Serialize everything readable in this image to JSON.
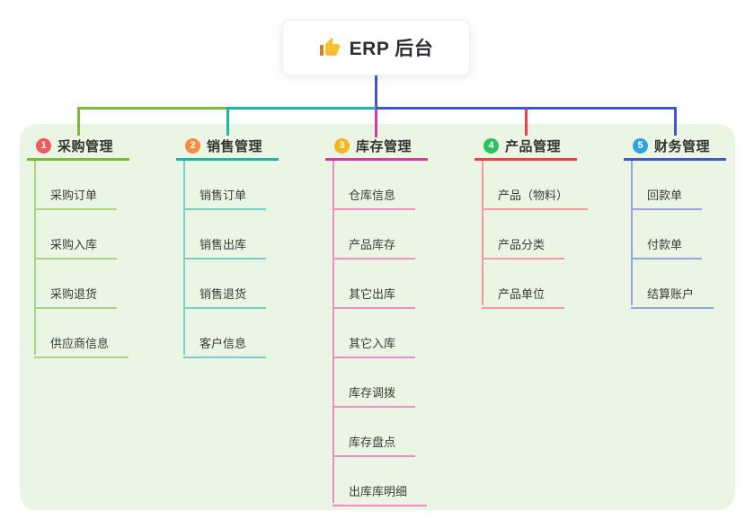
{
  "root": {
    "label": "ERP 后台",
    "icon": "thumbs-up-icon",
    "icon_colors": {
      "hand": "#f7c231",
      "cuff": "#c98428"
    }
  },
  "panel": {
    "background": "#eaf5e3"
  },
  "branches": [
    {
      "index": "1",
      "label": "采购管理",
      "badge_color": "#f15a62",
      "line_color": "#7cb93f",
      "child_line_color": "#a8d584",
      "children": [
        "采购订单",
        "采购入库",
        "采购退货",
        "供应商信息"
      ]
    },
    {
      "index": "2",
      "label": "销售管理",
      "badge_color": "#f68c42",
      "line_color": "#19b6a9",
      "child_line_color": "#77d0c8",
      "children": [
        "销售订单",
        "销售出库",
        "销售退货",
        "客户信息"
      ]
    },
    {
      "index": "3",
      "label": "库存管理",
      "badge_color": "#f7b320",
      "line_color": "#d93a9e",
      "child_line_color": "#f08bc4",
      "children": [
        "仓库信息",
        "产品库存",
        "其它出库",
        "其它入库",
        "库存调拨",
        "库存盘点",
        "出库库明细"
      ]
    },
    {
      "index": "4",
      "label": "产品管理",
      "badge_color": "#2dc05f",
      "line_color": "#ec404b",
      "child_line_color": "#f49b9b",
      "children": [
        "产品（物料）",
        "产品分类",
        "产品单位"
      ]
    },
    {
      "index": "5",
      "label": "财务管理",
      "badge_color": "#2aa4e0",
      "line_color": "#4157d0",
      "child_line_color": "#93a7e3",
      "children": [
        "回款单",
        "付款单",
        "结算账户"
      ]
    }
  ]
}
